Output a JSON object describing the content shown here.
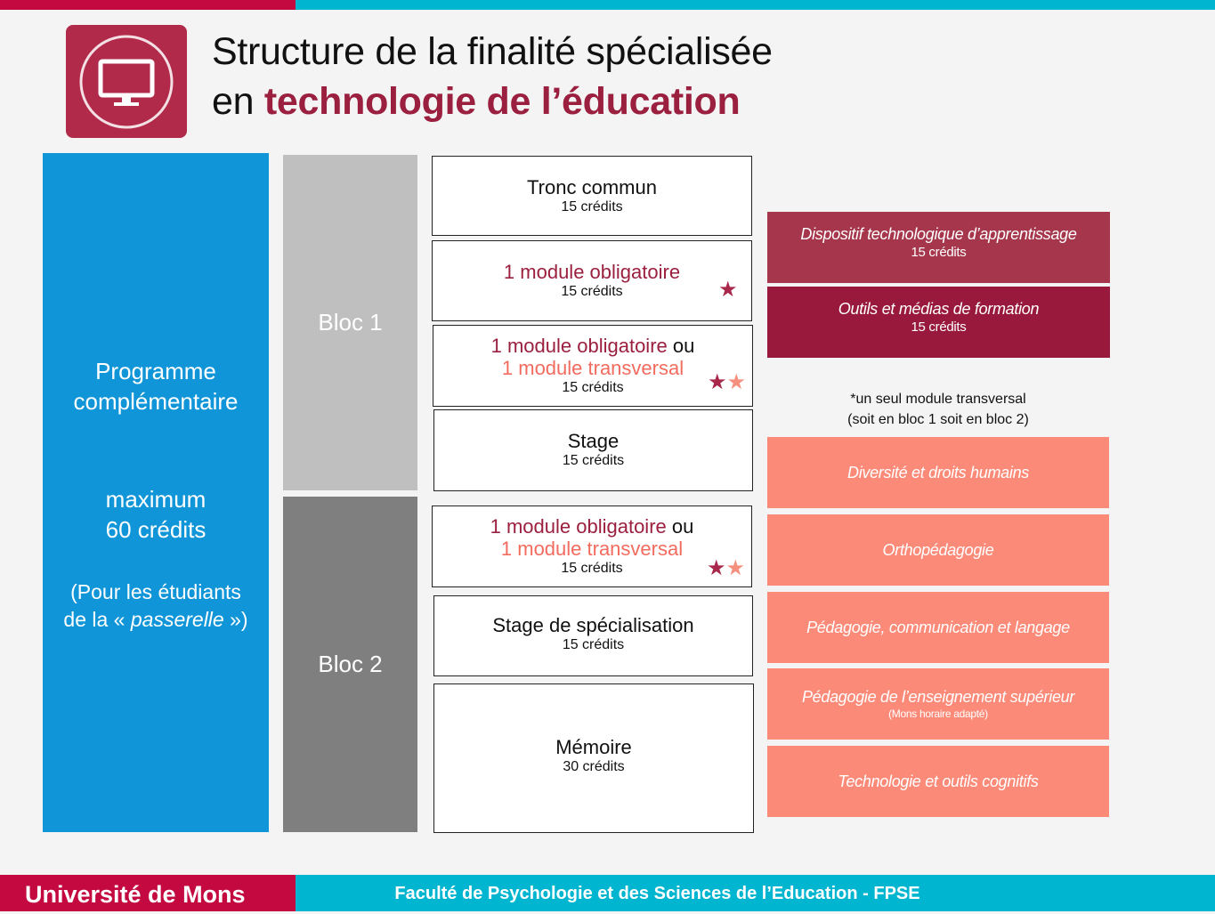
{
  "colors": {
    "university_red": "#c3093f",
    "faculty_cyan": "#00b5d0",
    "program_blue": "#0f95d8",
    "bloc1_gray": "#bfbfbf",
    "bloc2_gray": "#7f7f7f",
    "mandatory_red": "#9b1f3e",
    "transversal_salmon": "#fb8a78"
  },
  "header": {
    "logo_icon": "computer-monitor-icon",
    "title_line1": "Structure de la finalité spécialisée",
    "title_line2_prefix": "en",
    "title_line2_accent": "technologie de l’éducation"
  },
  "programme": {
    "line1": "Programme",
    "line2": "complémentaire",
    "line3": "maximum",
    "line4": "60 crédits",
    "line5": "(Pour les étudiants",
    "line6_prefix": "de la «",
    "line6_italic": "passerelle",
    "line6_suffix": "»)"
  },
  "blocs": {
    "bloc1": "Bloc 1",
    "bloc2": "Bloc 2"
  },
  "courses": {
    "tronc": {
      "title": "Tronc commun",
      "credits": "15 crédits"
    },
    "module1": {
      "title": "1 module obligatoire",
      "credits": "15 crédits",
      "star": "★"
    },
    "module2": {
      "title_mandatory": "1 module obligatoire",
      "title_or": "ou",
      "title_transversal": "1 module transversal",
      "credits": "15 crédits",
      "star1": "★",
      "star2": "★"
    },
    "stage": {
      "title": "Stage",
      "credits": "15 crédits"
    },
    "module3": {
      "title_mandatory": "1 module obligatoire",
      "title_or": "ou",
      "title_transversal": "1 module transversal",
      "credits": "15 crédits",
      "star1": "★",
      "star2": "★"
    },
    "stage_spec": {
      "title": "Stage de spécialisation",
      "credits": "15 crédits"
    },
    "memoire": {
      "title": "Mémoire",
      "credits": "30 crédits"
    }
  },
  "mandatory_modules": [
    {
      "title": "Dispositif technologique d’apprentissage",
      "credits": "15 crédits"
    },
    {
      "title": "Outils et médias de formation",
      "credits": "15 crédits"
    }
  ],
  "note": {
    "line1": "*un seul module transversal",
    "line2": "(soit en bloc 1 soit en bloc 2)"
  },
  "transversal_modules": [
    {
      "title": "Diversité et droits humains",
      "subtitle": ""
    },
    {
      "title": "Orthopédagogie",
      "subtitle": ""
    },
    {
      "title": "Pédagogie, communication et langage",
      "subtitle": ""
    },
    {
      "title": "Pédagogie de l’enseignement supérieur",
      "subtitle": "(Mons horaire adapté)"
    },
    {
      "title": "Technologie et outils cognitifs",
      "subtitle": ""
    }
  ],
  "footer": {
    "university": "Université de Mons",
    "faculty": "Faculté de Psychologie  et des Sciences de l’Education - FPSE"
  }
}
